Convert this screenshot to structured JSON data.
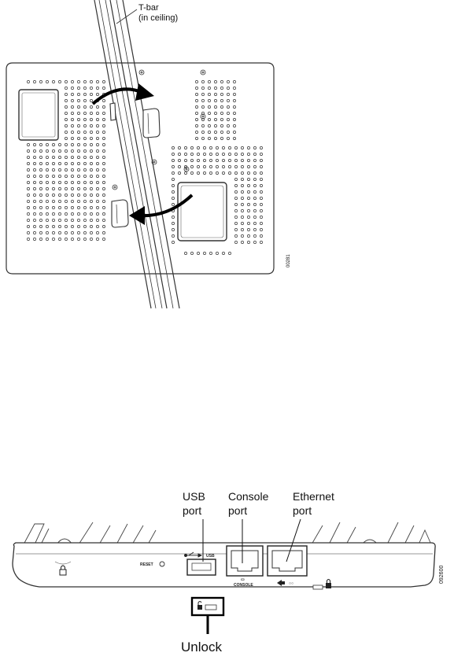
{
  "figure1": {
    "tbar_label_line1": "T-bar",
    "tbar_label_line2": "(in ceiling)",
    "figure_id": "00281"
  },
  "figure2": {
    "usb_label_line1": "USB",
    "usb_label_line2": "port",
    "console_label_line1": "Console",
    "console_label_line2": "port",
    "ethernet_label_line1": "Ethernet",
    "ethernet_label_line2": "port",
    "unlock_label": "Unlock",
    "reset_text": "RESET",
    "usb_text": "USB",
    "console_text": "CONSOLE",
    "figure_id": "092600"
  }
}
